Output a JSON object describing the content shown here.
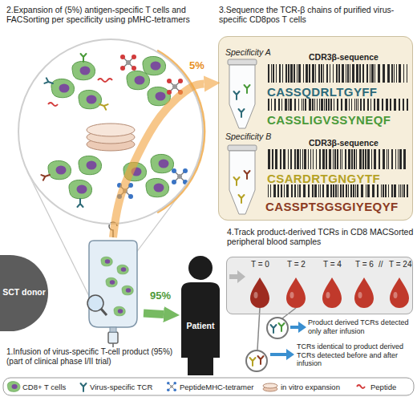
{
  "diagram": {
    "nodes": [
      {
        "text": [
          "2.Expansion of (5%) antigen-specific T cells and FACSorting per specificity using pMHC-tetramers"
        ]
      },
      {
        "text": [
          "3.Sequence the TCR-β chains of purified virus-specific CD8pos T cells",
          "Specificity A",
          "CDR3β-sequence",
          "CASSQDRLTGYFF",
          "CASSLIGVSSYNEQF",
          "Specificity B",
          "CDR3β-sequence",
          "CSARDRTGNGYTF",
          "CASSPTSGSGIYEQYF"
        ]
      },
      {
        "text": [
          "SCT donor"
        ]
      },
      {
        "text": [
          "1.Infusion of virus-specific T-cell product (95%) (part of clinical phase I/II trial)"
        ]
      },
      {
        "text": [
          "Patient"
        ]
      },
      {
        "text": [
          "4.Track product-derived TCRs in CD8 MACSorted peripheral blood samples",
          "T = 0",
          "T = 2",
          "T = 4",
          "T = 6",
          "//",
          "T = 24"
        ]
      }
    ],
    "edges": [
      {
        "from": 3,
        "to": 1,
        "arrow": "to",
        "label": "5%"
      },
      {
        "from": 3,
        "to": 4,
        "arrow": "to",
        "label": "95%"
      }
    ],
    "labels": [
      "Product derived TCRs detected only after infusion",
      "TCRs identical to product derived TCRs detected before and after infusion"
    ],
    "legend": [
      {
        "text": "CD8+ T cells"
      },
      {
        "text": "Virus-specific TCR"
      },
      {
        "text": "PeptideMHC-tetramer"
      },
      {
        "text": "in vitro expansion"
      },
      {
        "text": "Peptide"
      }
    ]
  }
}
